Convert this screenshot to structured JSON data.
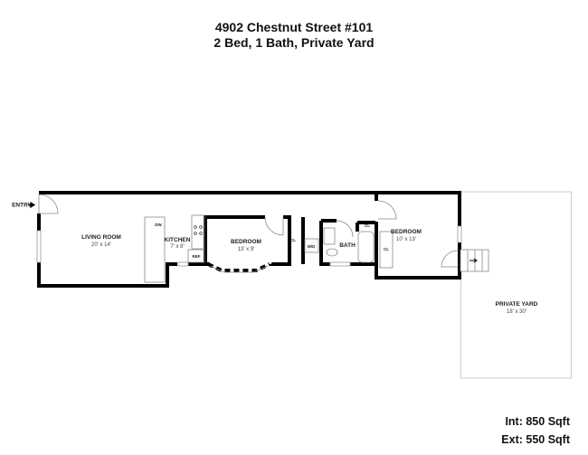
{
  "header": {
    "address": "4902 Chestnut Street #101",
    "summary": "2 Bed, 1 Bath, Private Yard"
  },
  "plan": {
    "entry": "ENTRY",
    "rooms": [
      {
        "name": "LIVING ROOM",
        "dims": "20' x 14'"
      },
      {
        "name": "KITCHEN",
        "dims": "7' x 8'"
      },
      {
        "name": "BEDROOM",
        "dims": "13' x 9'"
      },
      {
        "name": "BATH"
      },
      {
        "name": "BEDROOM",
        "dims": "10' x 13'"
      },
      {
        "name": "PRIVATE YARD",
        "dims": "18' x 30'"
      }
    ],
    "fixtures": {
      "dw": "DW",
      "ref": "REF",
      "wd": "W/D",
      "cl1": "CL",
      "cl2": "CL",
      "cl3": "CL"
    }
  },
  "footer": {
    "interior": "Int: 850 Sqft",
    "exterior": "Ext: 550 Sqft"
  }
}
